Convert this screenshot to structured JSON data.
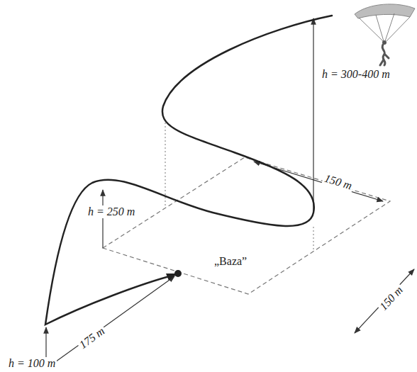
{
  "diagram": {
    "labels": [
      "h = 300-400 m",
      "150 m",
      "150 m",
      "h = 250 m",
      "„Baza”",
      "175 m",
      "h = 100 m"
    ]
  }
}
